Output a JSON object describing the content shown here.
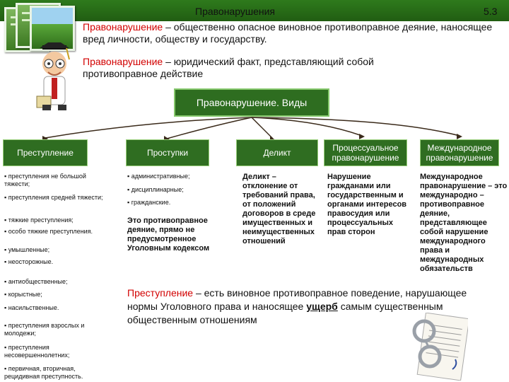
{
  "header": {
    "title": "Правонарушения",
    "slide_number": "5.3"
  },
  "definitions": {
    "def1": {
      "term": "Правонарушение",
      "rest": " – общественно опасное виновное противоправное деяние, наносящее вред личности, обществу и государству."
    },
    "def2": {
      "term": "Правонарушение",
      "rest": " – юридический факт, представляющий собой противоправное действие"
    }
  },
  "diagram": {
    "main": "Правонарушение. Виды",
    "categories": [
      {
        "label": "Преступление"
      },
      {
        "label": "Проступки"
      },
      {
        "label": "Деликт"
      },
      {
        "label": "Процессуальное правонарушение"
      },
      {
        "label": "Международное правонарушение"
      }
    ],
    "crime_types": [
      "▪ преступления  не большой тяжести;",
      "▪ преступления средней тяжести;",
      "▪ тяжкие преступления;",
      "▪  особо тяжкие преступления.",
      "▪ умышленные;",
      "▪ неосторожные.",
      "▪ антиобщественные;",
      "▪ корыстные;",
      "▪ насильственные.",
      "▪ преступления взрослых и молодежи;",
      "▪ преступления несовершеннолетних;",
      "▪ первичная, вторичная, рецидивная преступность."
    ],
    "misdemeanor_types": [
      "▪ административные;",
      "▪ дисциплинарные;",
      "▪ гражданские."
    ],
    "misdemeanor_def": "Это противоправное деяние, прямо не предусмотренное Уголовным кодексом",
    "delict_def": "Деликт – отклонение от требований права, от положений договоров в среде имущественных и неимущественных отношений",
    "procedural_def": "Нарушение гражданами или государственным и органами интересов правосудия или процессуальных прав сторон",
    "international_def": "Международное правонарушение – это международно – противоправное деяние, представляющее собой нарушение международного права и международных обязательств"
  },
  "crime_definition": {
    "term": "Преступление",
    "part1": " – есть виновное противоправное поведение, нарушающее нормы Уголовного права и наносящее ",
    "underlined": "ущерб",
    "part2": " самым существенным общественным отношениям"
  }
}
